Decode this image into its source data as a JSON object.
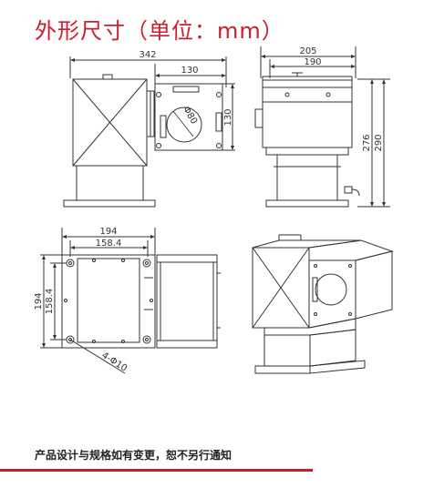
{
  "title": "外形尺寸（单位：mm）",
  "footer": "产品设计与规格如有变更，恕不另行通知",
  "colors": {
    "accent": "#c8202f",
    "line": "#333333"
  },
  "dimensions": {
    "front_total_width": "342",
    "front_side_width": "130",
    "front_window_height": "130",
    "front_window_diameter": "Φ80",
    "side_top_width": "205",
    "side_body_width": "190",
    "side_body_height": "276",
    "side_total_height": "290",
    "top_outer_width": "194",
    "top_hole_width": "158.4",
    "top_outer_height": "194",
    "top_hole_height": "158.4",
    "top_hole_spec": "4-Φ10"
  }
}
